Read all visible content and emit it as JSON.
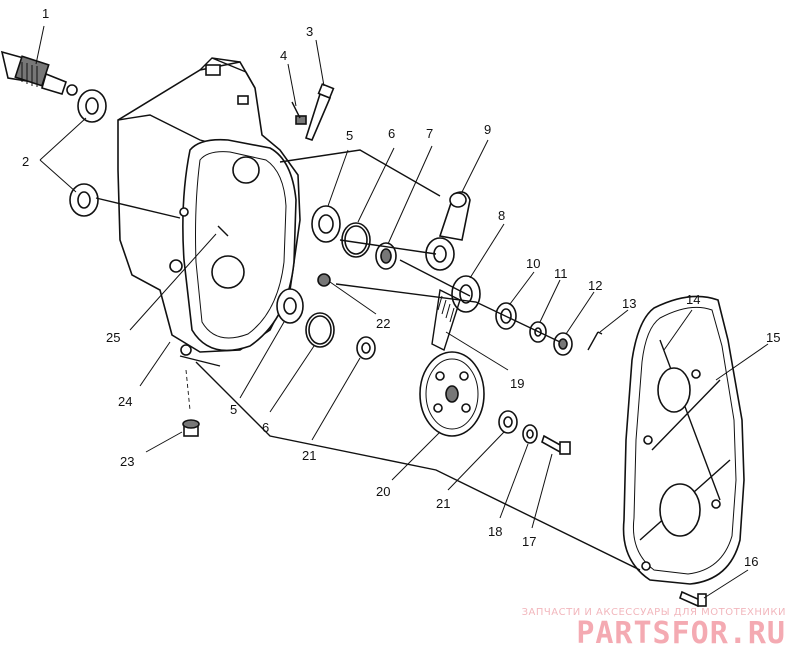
{
  "callouts": [
    {
      "id": "1",
      "text": "1"
    },
    {
      "id": "2",
      "text": "2"
    },
    {
      "id": "3",
      "text": "3"
    },
    {
      "id": "4",
      "text": "4"
    },
    {
      "id": "5a",
      "text": "5"
    },
    {
      "id": "6a",
      "text": "6"
    },
    {
      "id": "7",
      "text": "7"
    },
    {
      "id": "9",
      "text": "9"
    },
    {
      "id": "8",
      "text": "8"
    },
    {
      "id": "10",
      "text": "10"
    },
    {
      "id": "11",
      "text": "11"
    },
    {
      "id": "12",
      "text": "12"
    },
    {
      "id": "13",
      "text": "13"
    },
    {
      "id": "14",
      "text": "14"
    },
    {
      "id": "15",
      "text": "15"
    },
    {
      "id": "22",
      "text": "22"
    },
    {
      "id": "25",
      "text": "25"
    },
    {
      "id": "19",
      "text": "19"
    },
    {
      "id": "24",
      "text": "24"
    },
    {
      "id": "5b",
      "text": "5"
    },
    {
      "id": "6b",
      "text": "6"
    },
    {
      "id": "21a",
      "text": "21"
    },
    {
      "id": "23",
      "text": "23"
    },
    {
      "id": "20",
      "text": "20"
    },
    {
      "id": "21b",
      "text": "21"
    },
    {
      "id": "18",
      "text": "18"
    },
    {
      "id": "17",
      "text": "17"
    },
    {
      "id": "16",
      "text": "16"
    }
  ],
  "watermark": {
    "tagline": "ЗАПЧАСТИ И АКСЕССУАРЫ ДЛЯ МОТОТЕХНИКИ",
    "logo": "PARTSFOR.RU",
    "color": "#f4aab2"
  }
}
